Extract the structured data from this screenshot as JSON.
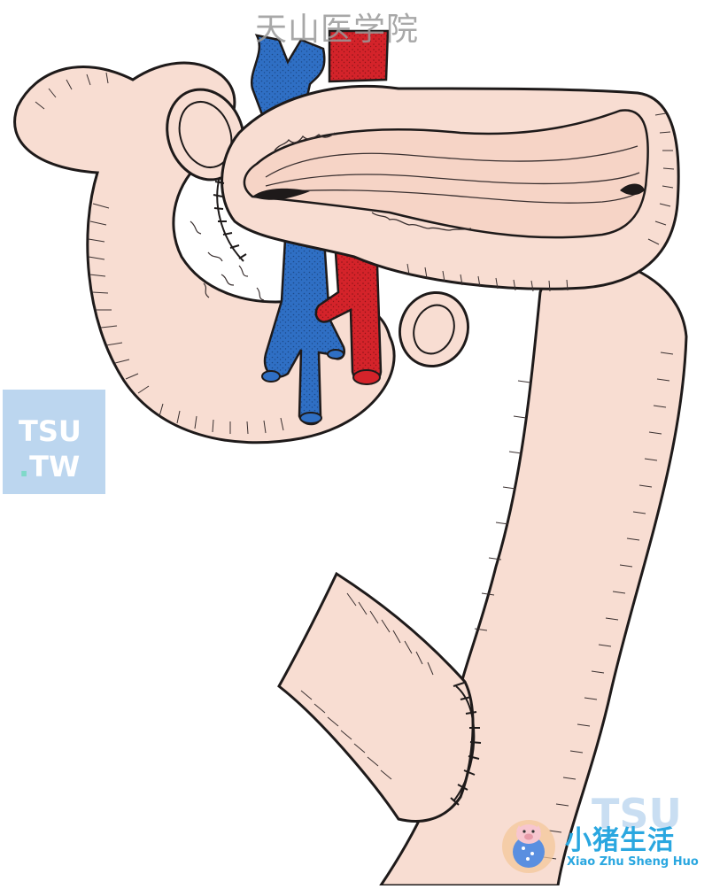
{
  "watermark_title": "天山医学院",
  "left_logo": {
    "line1": "TSU",
    "line2_dot": ".",
    "line2": "TW"
  },
  "brand": {
    "background_text": "TSU",
    "chinese": "小猪生活",
    "english": "Xiao Zhu Sheng Huo"
  },
  "colors": {
    "tissue": "#f8ddd2",
    "vein": "#2f6fc4",
    "artery": "#d4232a",
    "outline": "#1e1a1a",
    "brand_blue": "#2aa7e0",
    "logo_box": "#bcd6ef"
  }
}
